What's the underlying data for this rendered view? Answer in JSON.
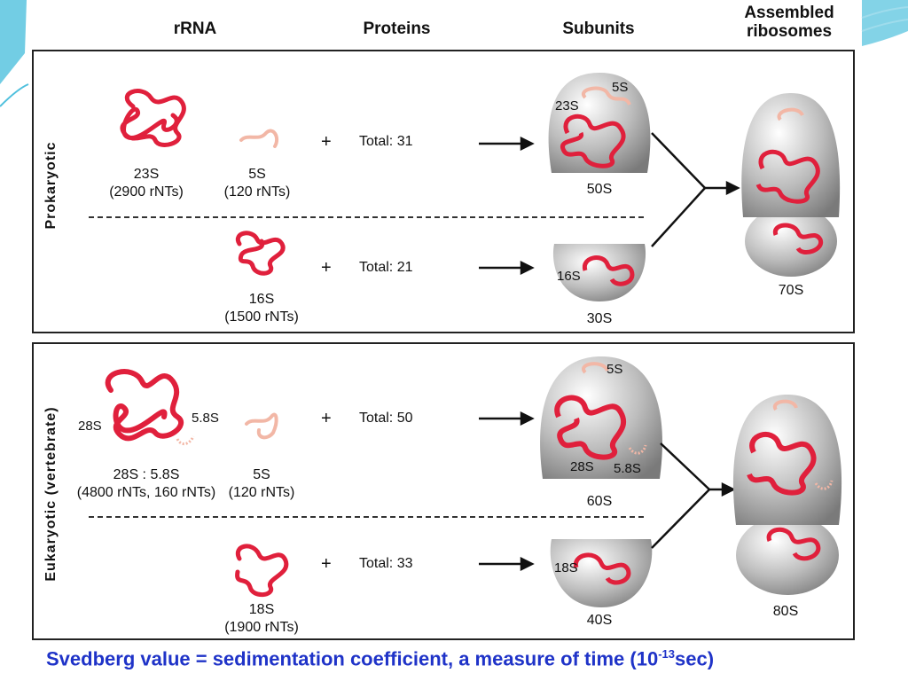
{
  "headers": {
    "rrna": "rRNA",
    "proteins": "Proteins",
    "subunits": "Subunits",
    "assembled_line1": "Assembled",
    "assembled_line2": "ribosomes"
  },
  "prokaryotic": {
    "side_label": "Prokaryotic",
    "large": {
      "rrna1_name": "23S",
      "rrna1_nts": "(2900 rNTs)",
      "rrna2_name": "5S",
      "rrna2_nts": "(120 rNTs)",
      "proteins": "Total:  31",
      "subunit_tag1": "23S",
      "subunit_tag2": "5S",
      "subunit_name": "50S"
    },
    "small": {
      "rrna_name": "16S",
      "rrna_nts": "(1500 rNTs)",
      "proteins": "Total:  21",
      "subunit_tag": "16S",
      "subunit_name": "30S"
    },
    "assembled": "70S"
  },
  "eukaryotic": {
    "side_label": "Eukaryotic (vertebrate)",
    "large": {
      "rrna_tag1": "28S",
      "rrna_tag2": "5.8S",
      "rrna1_name": "28S : 5.8S",
      "rrna1_nts": "(4800 rNTs, 160 rNTs)",
      "rrna2_name": "5S",
      "rrna2_nts": "(120 rNTs)",
      "proteins": "Total:  50",
      "subunit_tag1": "5S",
      "subunit_tag2": "28S",
      "subunit_tag3": "5.8S",
      "subunit_name": "60S"
    },
    "small": {
      "rrna_name": "18S",
      "rrna_nts": "(1900 rNTs)",
      "proteins": "Total:  33",
      "subunit_tag": "18S",
      "subunit_name": "40S"
    },
    "assembled": "80S"
  },
  "plus_sign": "+",
  "footer": {
    "text": "Svedberg value = sedimentation coefficient, a measure of time (10",
    "exponent": "-13",
    "unit": "sec)"
  },
  "colors": {
    "rrna": "#e0203c",
    "small_rrna": "#f2b7a6",
    "subunit_gray": "#a9a9a9",
    "footer": "#1f33c8",
    "accent_teal": "#4fc0dd"
  }
}
